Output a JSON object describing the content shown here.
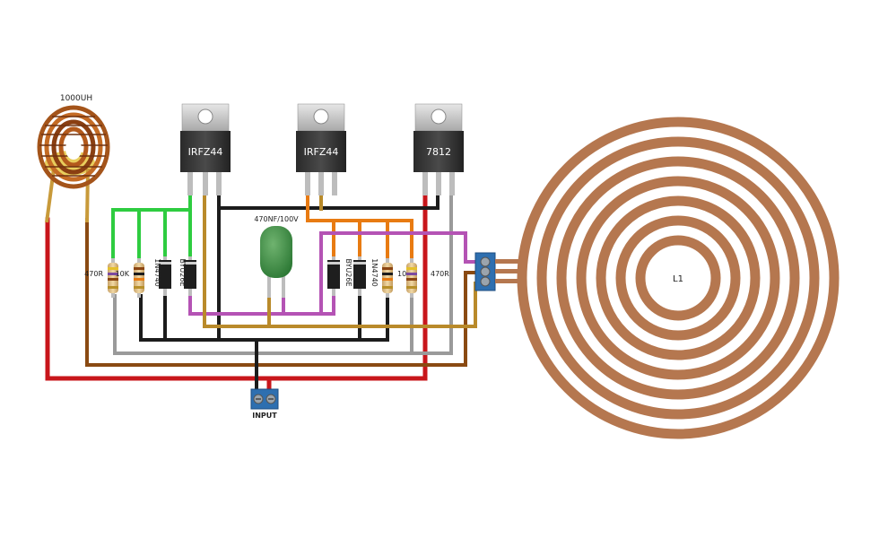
{
  "labels": {
    "inductor": "1000UH",
    "mosfet_left": "IRFZ44",
    "mosfet_right": "IRFZ44",
    "regulator": "7812",
    "capacitor": "470NF/100V",
    "resistor_470_left": "470R",
    "resistor_10k_left": "10K",
    "zener_left": "1N4740",
    "fast_diode_left": "BYU26E",
    "fast_diode_right": "BYU26E",
    "zener_right": "1N4740",
    "resistor_10k_right": "10K",
    "resistor_470_right": "470R",
    "input": "INPUT",
    "coil": "L1"
  },
  "colors": {
    "copper": "#b5774f",
    "red": "#c8161b",
    "brown": "#8a4a12",
    "black": "#1c1c1c",
    "gray": "#9a9a9a",
    "green": "#2ecc40",
    "orange": "#e87b12",
    "purple": "#b453b4",
    "gold": "#b98a2a",
    "terminal": "#2e6fb0"
  }
}
